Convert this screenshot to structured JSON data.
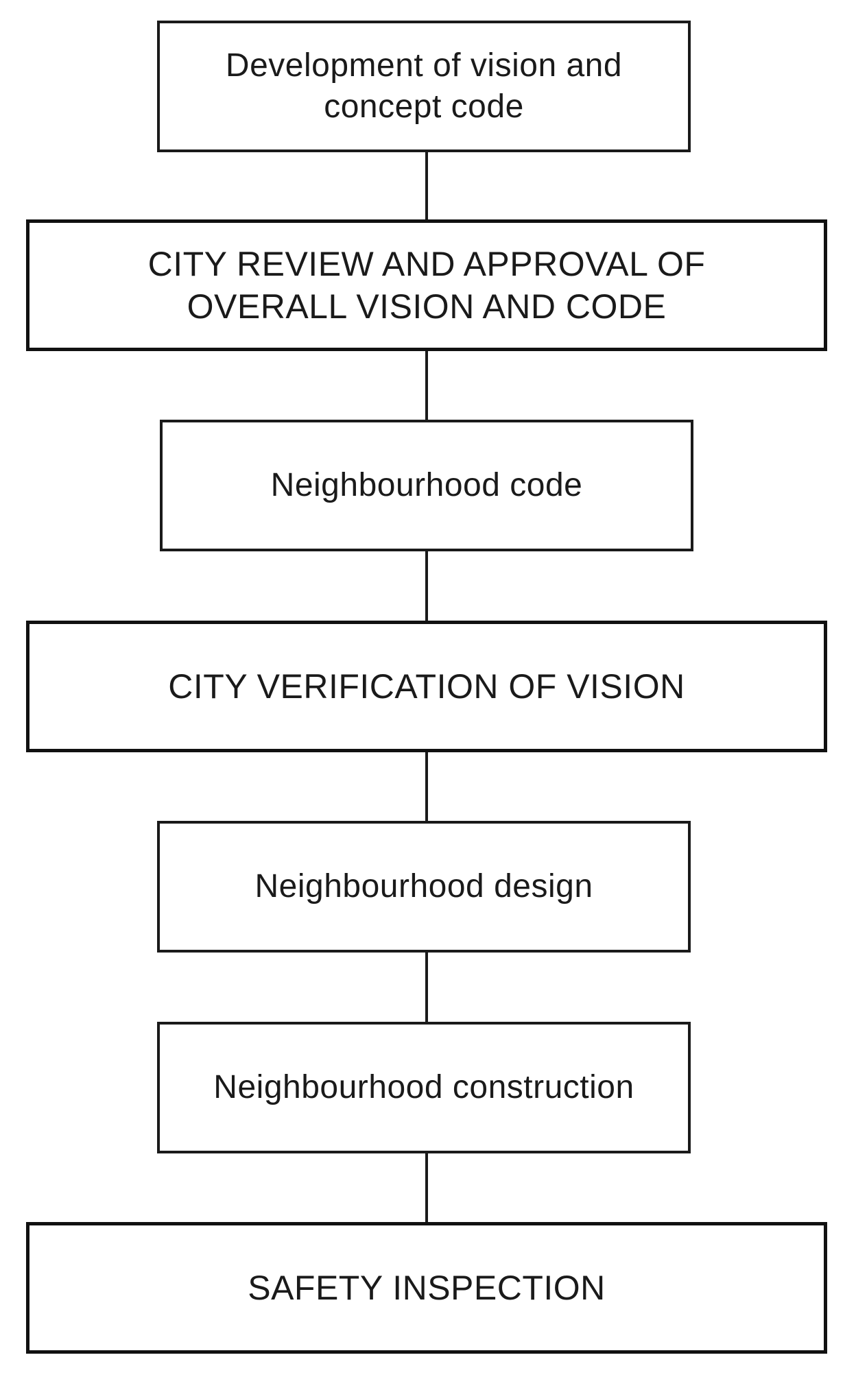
{
  "flowchart": {
    "steps": [
      {
        "label": "Development of vision and\nconcept code"
      },
      {
        "label": "CITY REVIEW AND APPROVAL OF\nOVERALL VISION AND CODE"
      },
      {
        "label": "Neighbourhood code"
      },
      {
        "label": "CITY VERIFICATION OF VISION"
      },
      {
        "label": "Neighbourhood design"
      },
      {
        "label": "Neighbourhood construction"
      },
      {
        "label": "SAFETY INSPECTION"
      }
    ]
  }
}
